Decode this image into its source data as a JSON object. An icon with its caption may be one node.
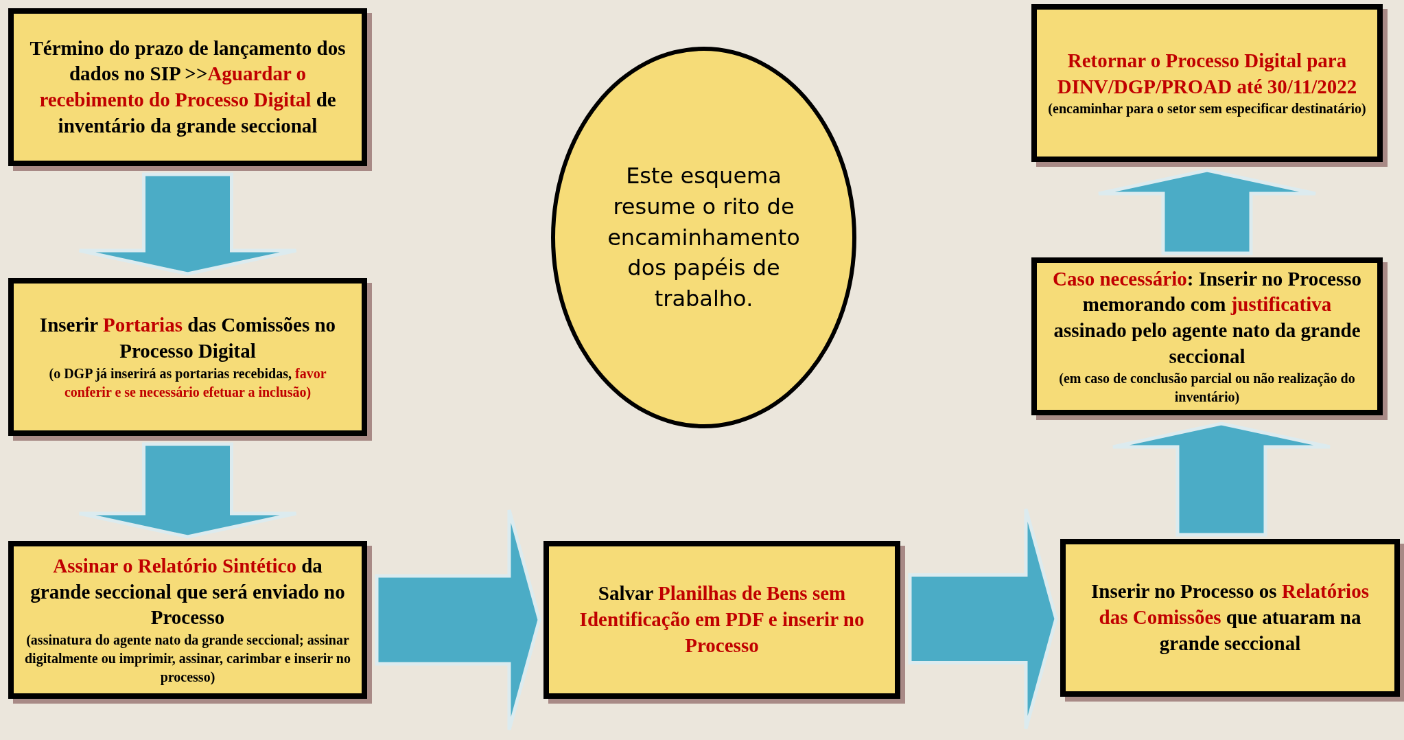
{
  "diagram": {
    "nodes": [
      {
        "text": [
          "Término do prazo de lançamento dos dados no SIP >>*Aguardar o recebimento do Processo Digital* de inventário da grande seccional"
        ]
      },
      {
        "text": [
          "Inserir *Portarias* das Comissões no Processo Digital",
          "(o DGP já inserirá as portarias recebidas, *favor conferir e se necessário efetuar a inclusão)*"
        ]
      },
      {
        "text": [
          "*Assinar o Relatório Sintético* da grande seccional que será enviado no Processo",
          "(assinatura do agente nato da grande seccional; assinar digitalmente ou imprimir, assinar, carimbar e inserir no processo)"
        ]
      },
      {
        "text": [
          "Salvar *Planilhas de Bens sem Identificação em PDF e inserir no Processo*"
        ]
      },
      {
        "text": [
          "Inserir no Processo os *Relatórios das Comissões* que atuaram na grande seccional"
        ]
      },
      {
        "text": [
          "*Caso necessário*: Inserir no Processo memorando com *justificativa* assinado pelo agente nato da grande seccional",
          "(em caso de conclusão parcial ou não realização do inventário)"
        ]
      },
      {
        "text": [
          "Retornar o Processo Digital para DINV/DGP/PROAD até 30/11/2022",
          "(encaminhar para o setor sem especificar destinatário)"
        ]
      },
      {
        "text": [
          "Este esquema resume o rito de encaminhamento dos papéis de trabalho."
        ]
      }
    ],
    "edges": [
      {
        "from": 0,
        "to": 1,
        "arrow": "to"
      },
      {
        "from": 1,
        "to": 2,
        "arrow": "to"
      },
      {
        "from": 2,
        "to": 3,
        "arrow": "to"
      },
      {
        "from": 3,
        "to": 4,
        "arrow": "to"
      },
      {
        "from": 4,
        "to": 5,
        "arrow": "to"
      },
      {
        "from": 5,
        "to": 6,
        "arrow": "to"
      }
    ]
  }
}
